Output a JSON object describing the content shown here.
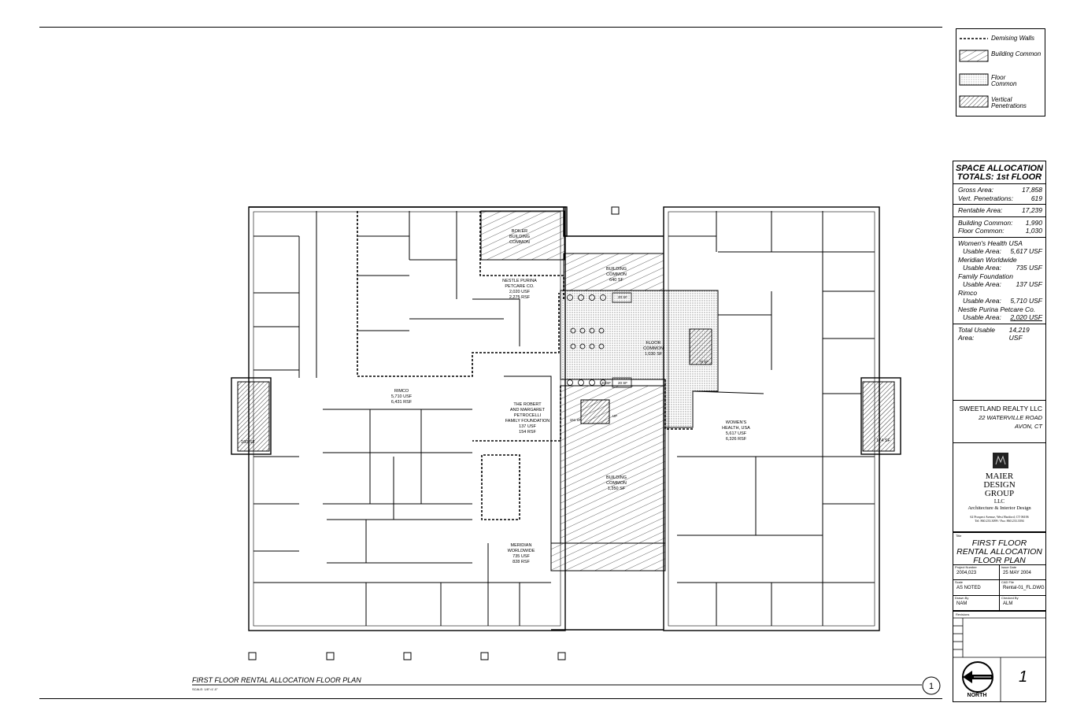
{
  "legend": [
    {
      "label": "Demising Walls",
      "swatch": "dashed"
    },
    {
      "label": "Building Common",
      "swatch": "building"
    },
    {
      "label": "Floor Common",
      "swatch": "floor"
    },
    {
      "label": "Vertical Penetrations",
      "swatch": "vertical"
    }
  ],
  "totals": {
    "title_line1": "SPACE ALLOCATION",
    "title_line2": "TOTALS: 1st FLOOR",
    "gross_label": "Gross Area:",
    "gross_value": "17,858",
    "vert_label": "Vert. Penetrations:",
    "vert_value": "619",
    "rentable_label": "Rentable Area:",
    "rentable_value": "17,239",
    "building_common_label": "Building Common:",
    "building_common_value": "1,990",
    "floor_common_label": "Floor Common:",
    "floor_common_value": "1,030",
    "tenants": [
      {
        "name": "Women's Health USA",
        "usable_label": "Usable Area:",
        "usable_value": "5,617 USF"
      },
      {
        "name": "Meridian Worldwide",
        "usable_label": "Usable Area:",
        "usable_value": "735 USF"
      },
      {
        "name": "Family Foundation",
        "usable_label": "Usable Area:",
        "usable_value": "137 USF"
      },
      {
        "name": "Rimco",
        "usable_label": "Usable Area:",
        "usable_value": "5,710 USF"
      },
      {
        "name": "Nestle Purina Petcare Co.",
        "usable_label": "Usable Area:",
        "usable_value": "2,020 USF"
      }
    ],
    "total_usable_label": "Total Usable Area:",
    "total_usable_value": "14,219 USF"
  },
  "client": {
    "name": "SWEETLAND REALTY LLC",
    "address1": "22 WATERVILLE ROAD",
    "address2": "AVON, CT"
  },
  "firm": {
    "line1": "MAIER",
    "line2": "DESIGN",
    "line3": "GROUP",
    "line4": "LLC",
    "tagline": "Architecture & Interior Design",
    "contact1": "62 Prospect Avenue, West Hartford, CT 06106",
    "contact2": "Tel: 860.233.3099  /  Fax: 860.233.3394"
  },
  "title_block": {
    "title_label": "Title",
    "title1": "FIRST FLOOR",
    "title2": "RENTAL ALLOCATION",
    "title3": "FLOOR PLAN",
    "project_label": "Project Number",
    "project_value": "2004,023",
    "issue_label": "Issue Date",
    "issue_value": "25 MAY 2004",
    "scale_label": "Scale",
    "scale_value": "AS NOTED",
    "cad_label": "CAD File",
    "cad_value": "Rental-01_FL.DWG",
    "drawn_label": "Drawn By",
    "drawn_value": "NAM",
    "checked_label": "Checked By",
    "checked_value": "ALM",
    "revisions_label": "Revisions",
    "north_label": "NORTH",
    "sheet_number": "1"
  },
  "drawing": {
    "title": "FIRST FLOOR RENTAL ALLOCATION FLOOR PLAN",
    "scale": "SCALE: 1/8\"=1'-0\"",
    "tag": "1"
  },
  "plan_labels": {
    "boiler": [
      "BOILER",
      "BUILDING",
      "COMMON"
    ],
    "nestle": [
      "NESTLE PURINA",
      "PETCARE CO.",
      "2,020 USF",
      "2,275 RSF"
    ],
    "bldg_common_top": [
      "BUILDING",
      "COMMON",
      "640 SF"
    ],
    "floor_common": [
      "FLOOR",
      "COMMON",
      "1,030 SF"
    ],
    "rimco": [
      "RIMCO",
      "5,710 USF",
      "6,431 RSF"
    ],
    "foundation": [
      "THE ROBERT",
      "AND MARGARET",
      "PETROCELLI",
      "FAMILY FOUNDATION",
      "137 USF",
      "154 RSF"
    ],
    "bldg_common_mid": [
      "BUILDING",
      "COMMON",
      "1,350 SF"
    ],
    "womens": [
      "WOMEN'S",
      "HEALTH, USA",
      "5,617 USF",
      "6,326 RSF"
    ],
    "meridian": [
      "MERIDIAN",
      "WORLDWIDE",
      "735 USF",
      "828 RSF"
    ],
    "shaft_left": "160 SF",
    "shaft_right": "174 SF",
    "small_20a": "20 SF",
    "small_20b": "20 SF",
    "small_20c": "20 SF",
    "small_76": "76 SF",
    "small_151": "151 SF",
    "small_up": "UP"
  }
}
